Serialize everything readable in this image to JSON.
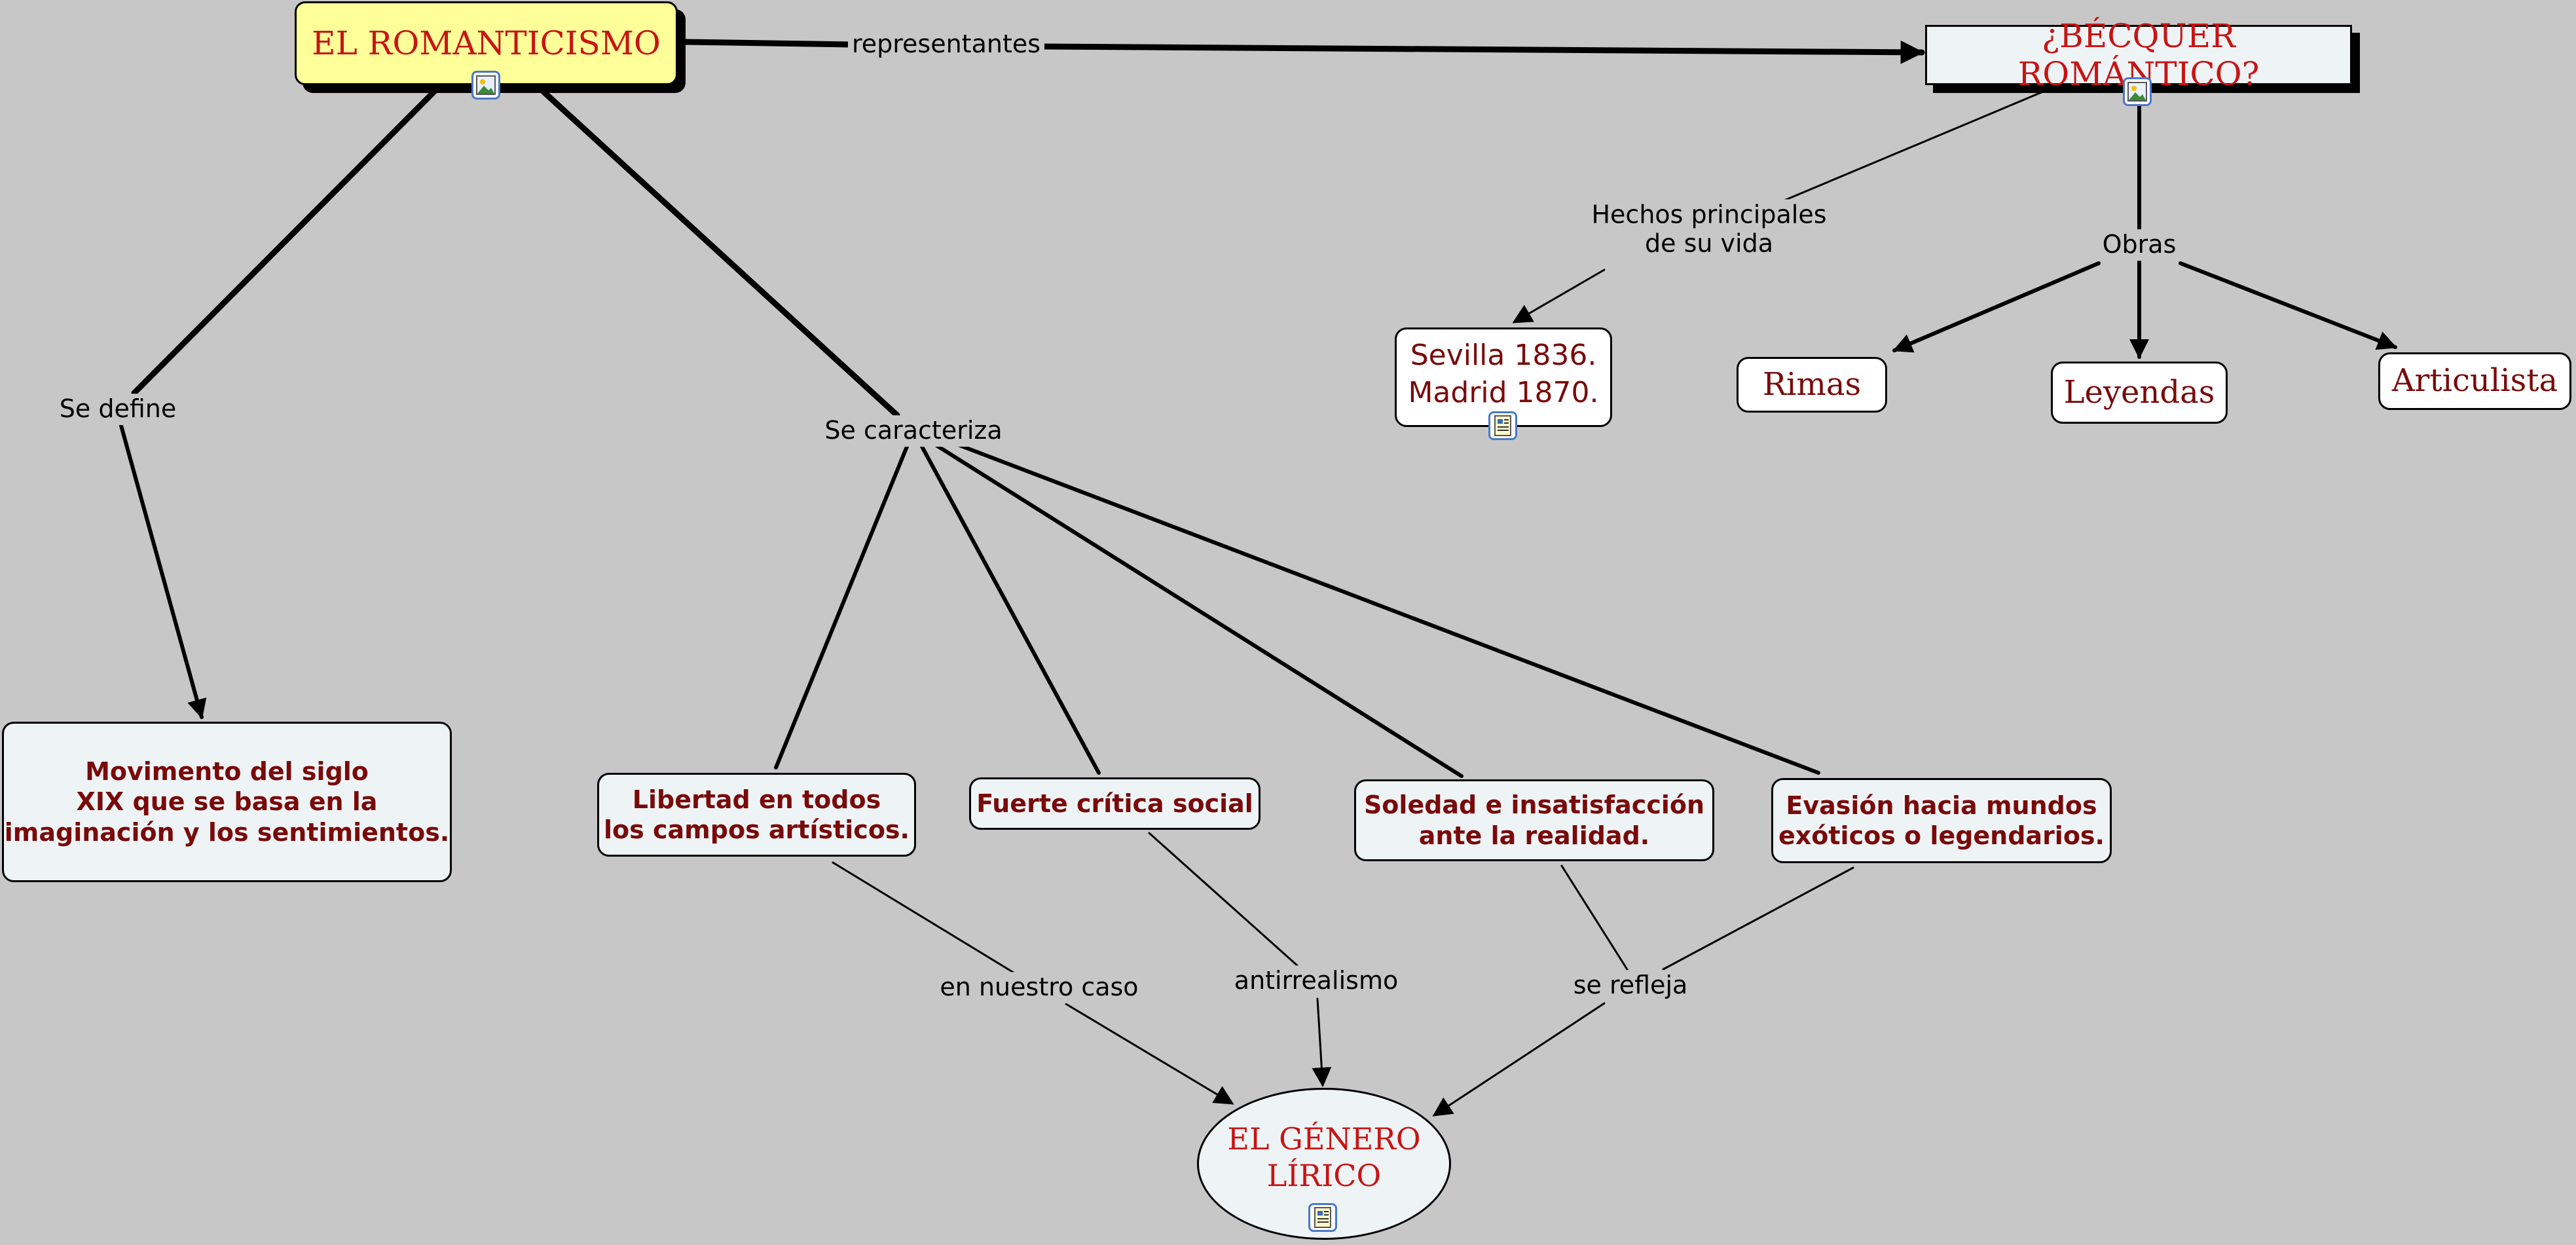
{
  "concepts": {
    "romanticismo": "EL ROMANTICISMO",
    "becquer": "¿BÉCQUER ROMÁNTICO?",
    "movimiento": "Movimento del siglo\nXIX que se basa en la\nimaginación y los sentimientos.",
    "libertad": "Libertad en todos\nlos campos artísticos.",
    "critica": "Fuerte crítica social",
    "soledad": "Soledad e insatisfacción\nante la realidad.",
    "evasion": "Evasión hacia mundos\nexóticos o legendarios.",
    "genero": "EL GÉNERO\nLÍRICO",
    "sevilla": "Sevilla 1836.\nMadrid 1870.",
    "rimas": "Rimas",
    "leyendas": "Leyendas",
    "articulista": "Articulista"
  },
  "links": {
    "representantes": "representantes",
    "se_define": "Se define",
    "se_caracteriza": "Se caracteriza",
    "hechos": "Hechos principales\nde su vida",
    "obras": "Obras",
    "en_nuestro_caso": "en nuestro caso",
    "antirrealismo": "antirrealismo",
    "se_refleja": "se refleja"
  },
  "icons": {
    "romanticismo": "image-resource-icon",
    "becquer": "image-resource-icon",
    "sevilla": "document-resource-icon",
    "genero": "document-resource-icon"
  },
  "colors": {
    "background": "#c7c7c7",
    "main_fill": "#ffff99",
    "title_text": "#c81414",
    "body_text": "#7a0a0a",
    "box_fill": "#eef4f6"
  }
}
